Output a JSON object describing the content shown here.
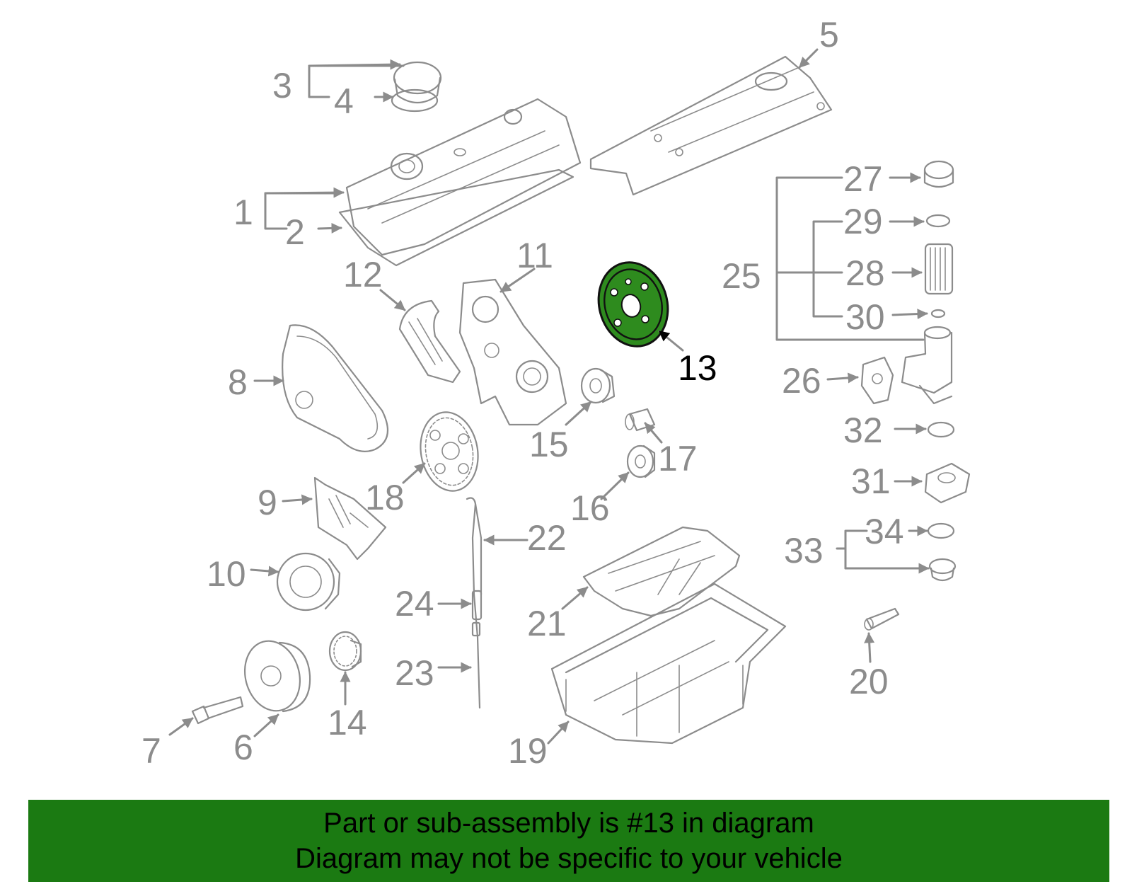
{
  "diagram": {
    "highlight_color": "#2e8b1e",
    "part_line_color": "#8c8c8c",
    "callouts": {
      "c1": "1",
      "c2": "2",
      "c3": "3",
      "c4": "4",
      "c5": "5",
      "c6": "6",
      "c7": "7",
      "c8": "8",
      "c9": "9",
      "c10": "10",
      "c11": "11",
      "c12": "12",
      "c13": "13",
      "c14": "14",
      "c15": "15",
      "c16": "16",
      "c17": "17",
      "c18": "18",
      "c19": "19",
      "c20": "20",
      "c21": "21",
      "c22": "22",
      "c23": "23",
      "c24": "24",
      "c25": "25",
      "c26": "26",
      "c27": "27",
      "c28": "28",
      "c29": "29",
      "c30": "30",
      "c31": "31",
      "c32": "32",
      "c33": "33",
      "c34": "34"
    },
    "highlighted_callout": "13"
  },
  "banner": {
    "background": "#1b7a12",
    "line1": "Part or sub-assembly is #13 in diagram",
    "line2": "Diagram may not be specific to your vehicle"
  }
}
